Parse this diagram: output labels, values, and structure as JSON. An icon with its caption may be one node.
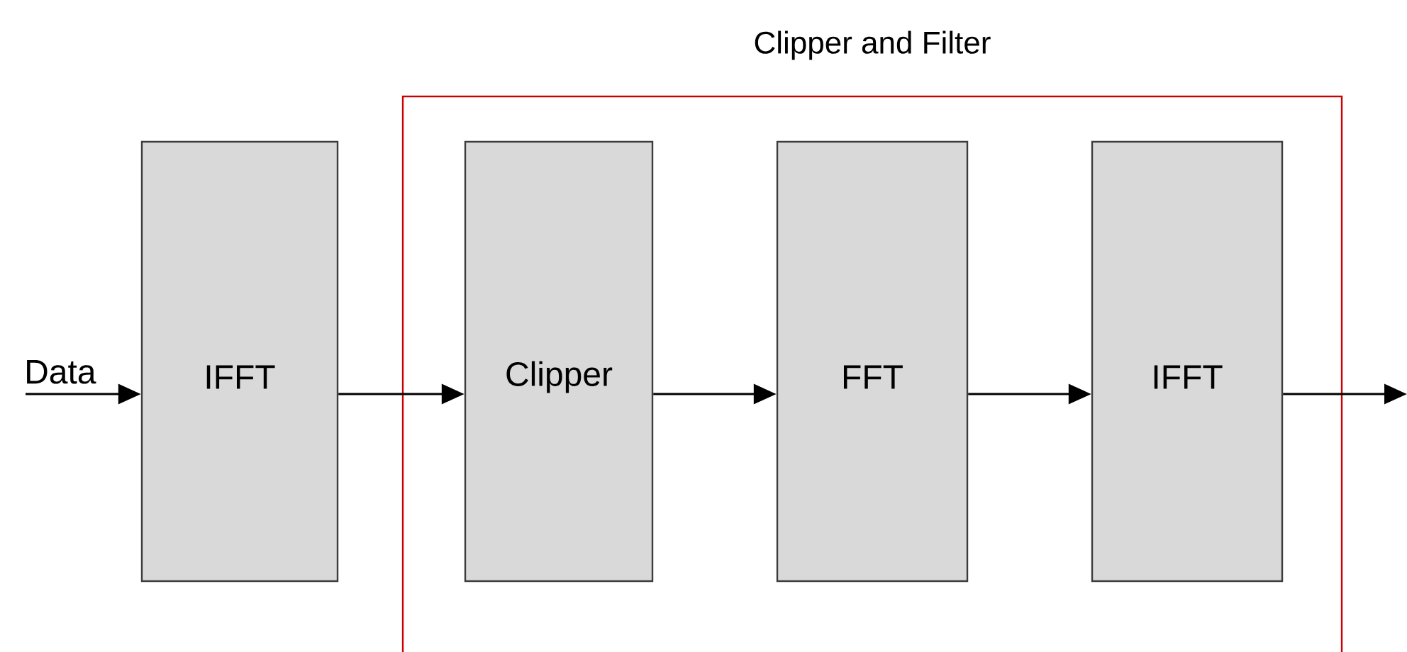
{
  "diagram": {
    "nodes": [
      {
        "text": [
          "Clipper and Filter"
        ]
      },
      {
        "text": [
          "IFFT"
        ]
      },
      {
        "text": [
          "Clipper"
        ],
        "in": 0
      },
      {
        "text": [
          "FFT"
        ],
        "in": 0
      },
      {
        "text": [
          "IFFT"
        ],
        "in": 0
      }
    ],
    "edges": [
      {
        "from": null,
        "to": 1,
        "arrow": "to",
        "label": "Data"
      },
      {
        "from": 1,
        "to": 2,
        "arrow": "to"
      },
      {
        "from": 2,
        "to": 3,
        "arrow": "to"
      },
      {
        "from": 3,
        "to": 4,
        "arrow": "to"
      },
      {
        "from": 4,
        "to": null,
        "arrow": "to"
      }
    ]
  }
}
